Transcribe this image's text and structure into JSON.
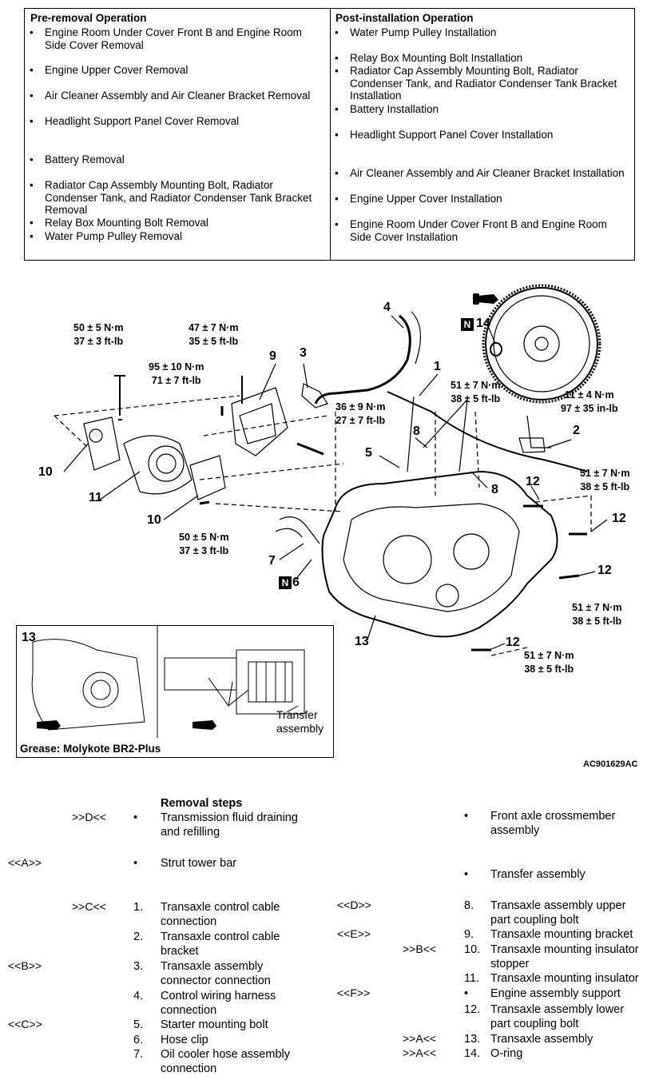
{
  "pre_removal": {
    "title": "Pre-removal Operation",
    "items": [
      "Engine Room Under Cover Front B and Engine Room Side Cover Removal",
      "Engine Upper Cover Removal",
      "Air Cleaner Assembly and Air Cleaner Bracket Removal",
      "Headlight Support Panel Cover Removal",
      "Battery Removal",
      "Radiator Cap Assembly Mounting Bolt, Radiator Condenser Tank, and Radiator Condenser Tank Bracket Removal",
      "Relay Box Mounting Bolt Removal",
      "Water Pump Pulley Removal"
    ]
  },
  "post_installation": {
    "title": "Post-installation Operation",
    "items": [
      "Water Pump Pulley Installation",
      "Relay Box Mounting Bolt Installation",
      "Radiator Cap Assembly Mounting Bolt, Radiator Condenser Tank, and Radiator Condenser Tank Bracket Installation",
      "Battery Installation",
      "Headlight Support Panel Cover Installation",
      "Air Cleaner Assembly and Air Cleaner Bracket Installation",
      "Engine Upper Cover Installation",
      "Engine Room Under Cover Front B and Engine Room Side Cover Installation"
    ]
  },
  "diagram": {
    "specs": {
      "s1": "50 ± 5 N·m\n37 ± 3 ft-lb",
      "s2": "47 ± 7 N·m\n35 ± 5 ft-lb",
      "s3": "95 ± 10 N·m\n71 ± 7 ft-lb",
      "s4": "36 ± 9 N·m\n27 ± 7 ft-lb",
      "s5": "51 ± 7 N·m\n38 ± 5 ft-lb",
      "s6": "11 ± 4 N·m\n97 ± 35 in-lb",
      "s7": "51 ± 7 N·m\n38 ± 5 ft-lb",
      "s8": "50 ± 5 N·m\n37 ± 3 ft-lb",
      "s9": "51 ± 7 N·m\n38 ± 5 ft-lb",
      "s10": "51 ± 7 N·m\n38 ± 5 ft-lb"
    },
    "callouts": {
      "c1": "1",
      "c2": "2",
      "c3": "3",
      "c4": "4",
      "c5": "5",
      "c6": "6",
      "c7": "7",
      "c8a": "8",
      "c8b": "8",
      "c9": "9",
      "c10a": "10",
      "c10b": "10",
      "c11": "11",
      "c12a": "12",
      "c12b": "12",
      "c12c": "12",
      "c12d": "12",
      "c13": "13",
      "c14": "14",
      "c13inset": "13"
    },
    "n_mark": "N",
    "inset_label": "Transfer\nassembly",
    "grease": "Grease: Molykote BR2-Plus",
    "figure_code": "AC901629AC"
  },
  "removal": {
    "heading": "Removal steps",
    "left": [
      {
        "m1": "",
        "m2": ">>D<<",
        "no": "•",
        "text": "Transmission fluid draining\nand refilling"
      },
      {
        "m1": "<<A>>",
        "m2": "",
        "no": "•",
        "text": "Strut tower bar"
      },
      {
        "m1": "",
        "m2": ">>C<<",
        "no": "1.",
        "text": "Transaxle control cable\nconnection"
      },
      {
        "m1": "",
        "m2": "",
        "no": "2.",
        "text": "Transaxle control cable\nbracket"
      },
      {
        "m1": "<<B>>",
        "m2": "",
        "no": "3.",
        "text": "Transaxle assembly\nconnector connection"
      },
      {
        "m1": "",
        "m2": "",
        "no": "4.",
        "text": "Control wiring harness\nconnection"
      },
      {
        "m1": "<<C>>",
        "m2": "",
        "no": "5.",
        "text": "Starter mounting bolt"
      },
      {
        "m1": "",
        "m2": "",
        "no": "6.",
        "text": "Hose clip"
      },
      {
        "m1": "",
        "m2": "",
        "no": "7.",
        "text": "Oil cooler hose assembly\nconnection"
      }
    ],
    "right": [
      {
        "m1": "",
        "m2": "",
        "no": "•",
        "text": "Front axle crossmember\nassembly"
      },
      {
        "m1": "",
        "m2": "",
        "no": "•",
        "text": "Transfer assembly"
      },
      {
        "m1": "<<D>>",
        "m2": "",
        "no": "8.",
        "text": "Transaxle assembly upper\npart coupling bolt"
      },
      {
        "m1": "<<E>>",
        "m2": "",
        "no": "9.",
        "text": "Transaxle mounting bracket"
      },
      {
        "m1": "",
        "m2": ">>B<<",
        "no": "10.",
        "text": "Transaxle mounting insulator\nstopper"
      },
      {
        "m1": "",
        "m2": "",
        "no": "11.",
        "text": "Transaxle mounting insulator"
      },
      {
        "m1": "<<F>>",
        "m2": "",
        "no": "•",
        "text": "Engine assembly support"
      },
      {
        "m1": "",
        "m2": "",
        "no": "12.",
        "text": "Transaxle assembly lower\npart coupling bolt"
      },
      {
        "m1": "",
        "m2": ">>A<<",
        "no": "13.",
        "text": "Transaxle assembly"
      },
      {
        "m1": "",
        "m2": ">>A<<",
        "no": "14.",
        "text": "O-ring"
      }
    ]
  }
}
